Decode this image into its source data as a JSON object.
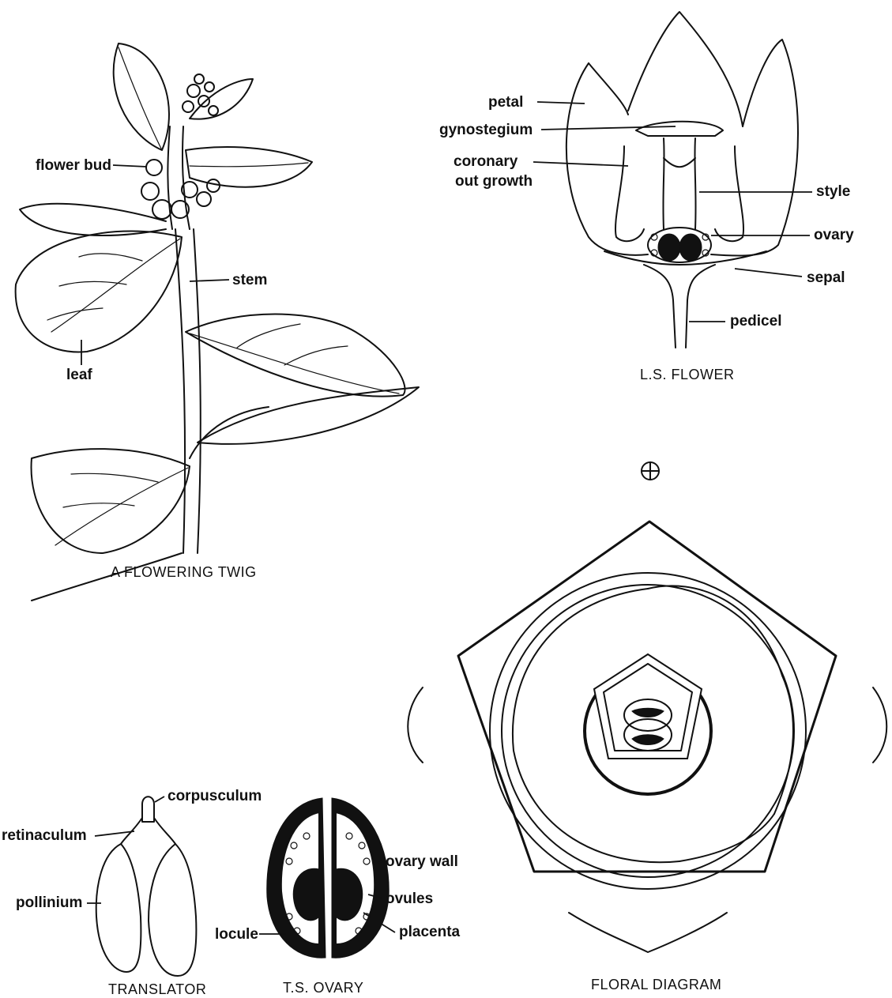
{
  "twig": {
    "caption": "A FLOWERING TWIG",
    "labels": {
      "flower_bud": "flower bud",
      "stem": "stem",
      "leaf": "leaf"
    }
  },
  "ls_flower": {
    "caption": "L.S. FLOWER",
    "labels": {
      "petal": "petal",
      "gynostegium": "gynostegium",
      "coronary_1": "coronary",
      "coronary_2": "out growth",
      "style": "style",
      "ovary": "ovary",
      "sepal": "sepal",
      "pedicel": "pedicel"
    }
  },
  "floral_symbol": "⊕",
  "floral_diagram": {
    "caption": "FLORAL DIAGRAM"
  },
  "translator": {
    "caption": "TRANSLATOR",
    "labels": {
      "corpusculum": "corpusculum",
      "retinaculum": "retinaculum",
      "pollinium": "pollinium"
    }
  },
  "ts_ovary": {
    "caption": "T.S. OVARY",
    "labels": {
      "ovary_wall": "ovary wall",
      "ovules": "ovules",
      "placenta": "placenta",
      "locule": "locule"
    }
  }
}
